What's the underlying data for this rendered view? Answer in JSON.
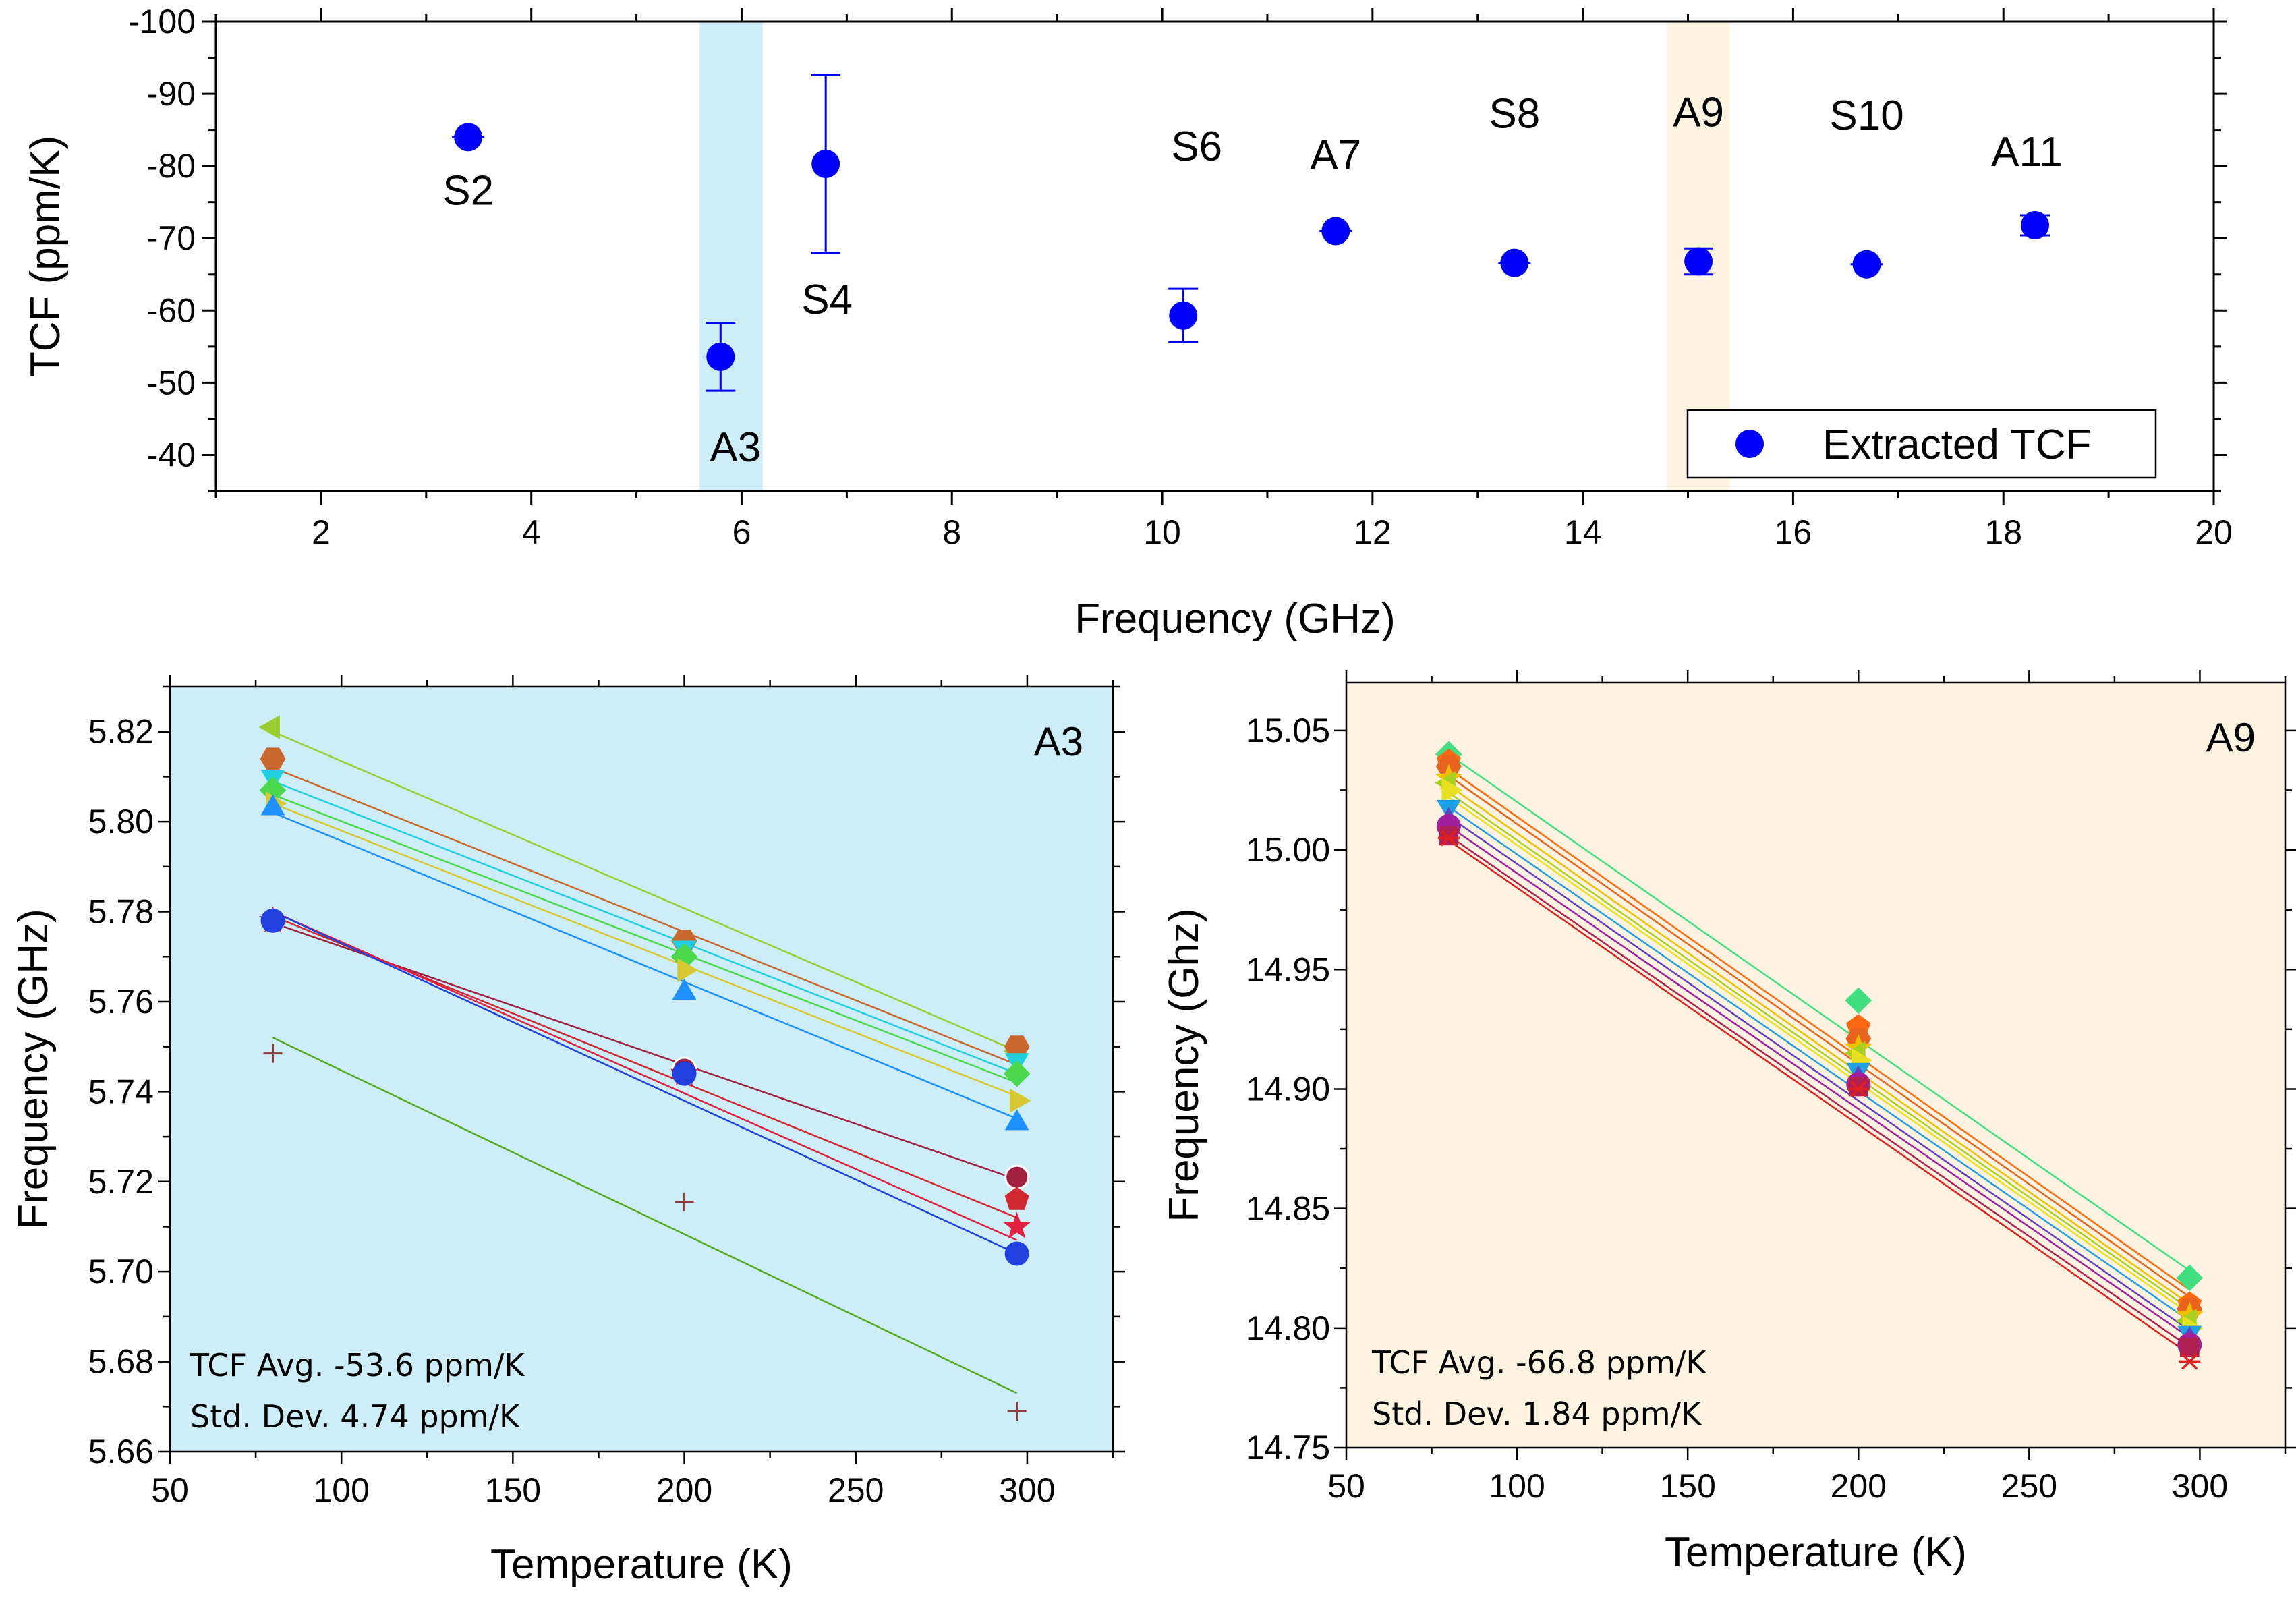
{
  "chart_data": [
    {
      "type": "scatter",
      "xlabel": "Frequency (GHz)",
      "ylabel": "TCF (ppm/K)",
      "xlim": [
        1,
        20
      ],
      "ylim": [
        -35,
        -100
      ],
      "y_inverted": true,
      "xticks": [
        "2",
        "4",
        "6",
        "8",
        "10",
        "12",
        "14",
        "16",
        "18",
        "20"
      ],
      "yticks": [
        "-100",
        "-90",
        "-80",
        "-70",
        "-60",
        "-50",
        "-40"
      ],
      "highlight_bands": [
        {
          "x_from": 5.6,
          "x_to": 6.2,
          "color": "#cdeef8"
        },
        {
          "x_from": 14.8,
          "x_to": 15.4,
          "color": "#fdf3e0"
        }
      ],
      "marker_color": "#0000ff",
      "legend": {
        "label": "Extracted TCF",
        "position": "bottom-right"
      },
      "points": [
        {
          "label": "S2",
          "x": 3.4,
          "y": -84,
          "err": 1
        },
        {
          "label": "A3",
          "x": 5.8,
          "y": -53.6,
          "err": 4.7
        },
        {
          "label": "S4",
          "x": 6.8,
          "y": -80.3,
          "err": 12.3
        },
        {
          "label": "S6",
          "x": 10.2,
          "y": -59.3,
          "err": 3.7
        },
        {
          "label": "A7",
          "x": 11.65,
          "y": -71,
          "err": 1
        },
        {
          "label": "S8",
          "x": 13.35,
          "y": -66.6,
          "err": 0.8
        },
        {
          "label": "A9",
          "x": 15.1,
          "y": -66.8,
          "err": 1.8
        },
        {
          "label": "S10",
          "x": 16.7,
          "y": -66.4,
          "err": 0.8
        },
        {
          "label": "A11",
          "x": 18.3,
          "y": -71.8,
          "err": 1.4
        }
      ]
    },
    {
      "type": "scatter",
      "tag": "A3",
      "background": "#cdeef8",
      "xlabel": "Temperature (K)",
      "ylabel": "Frequency (GHz)",
      "xlim": [
        50,
        325
      ],
      "ylim": [
        5.66,
        5.83
      ],
      "xticks": [
        "50",
        "100",
        "150",
        "200",
        "250",
        "300"
      ],
      "yticks": [
        "5.66",
        "5.68",
        "5.70",
        "5.72",
        "5.74",
        "5.76",
        "5.78",
        "5.80",
        "5.82"
      ],
      "notes": [
        "TCF Avg. -53.6 ppm/K",
        "Std. Dev. 4.74 ppm/K"
      ],
      "x": [
        80,
        200,
        297
      ],
      "series": [
        {
          "marker": "triangle-left",
          "color": "#9acd32",
          "values": [
            5.821,
            5.7735,
            5.749
          ],
          "fit": [
            5.82,
            5.749
          ]
        },
        {
          "marker": "hexagon",
          "color": "#c8682e",
          "values": [
            5.814,
            5.7735,
            5.75
          ],
          "fit": [
            5.812,
            5.746
          ]
        },
        {
          "marker": "triangle-down",
          "color": "#20d0e0",
          "values": [
            5.81,
            5.772,
            5.747
          ],
          "fit": [
            5.809,
            5.744
          ]
        },
        {
          "marker": "diamond",
          "color": "#4cd84c",
          "values": [
            5.807,
            5.77,
            5.744
          ],
          "fit": [
            5.806,
            5.742
          ]
        },
        {
          "marker": "triangle-right",
          "color": "#d8c830",
          "values": [
            5.804,
            5.767,
            5.738
          ],
          "fit": [
            5.804,
            5.739
          ]
        },
        {
          "marker": "triangle-up",
          "color": "#1e90ff",
          "values": [
            5.803,
            5.762,
            5.733
          ],
          "fit": [
            5.802,
            5.734
          ]
        },
        {
          "marker": "sphere",
          "color": "#a02040",
          "values": [
            5.778,
            5.745,
            5.721
          ],
          "fit": [
            5.7775,
            5.7205
          ]
        },
        {
          "marker": "pentagon",
          "color": "#d02830",
          "values": [
            5.778,
            5.744,
            5.716
          ],
          "fit": [
            5.779,
            5.712
          ]
        },
        {
          "marker": "star",
          "color": "#e02040",
          "values": [
            5.778,
            5.744,
            5.71
          ],
          "fit": [
            5.78,
            5.707
          ]
        },
        {
          "marker": "circle",
          "color": "#2040e0",
          "values": [
            5.778,
            5.744,
            5.704
          ],
          "fit": [
            5.78,
            5.704
          ]
        },
        {
          "marker": "plus",
          "color": "#8b4040",
          "fit_color": "#55aa22",
          "values": [
            5.7485,
            5.7155,
            5.669
          ],
          "fit": [
            5.752,
            5.673
          ]
        }
      ]
    },
    {
      "type": "scatter",
      "tag": "A9",
      "background": "#fdf3e0",
      "xlabel": "Temperature (K)",
      "ylabel": "Frequency (Ghz)",
      "xlim": [
        50,
        325
      ],
      "ylim": [
        14.75,
        15.07
      ],
      "xticks": [
        "50",
        "100",
        "150",
        "200",
        "250",
        "300"
      ],
      "yticks": [
        "14.75",
        "14.80",
        "14.85",
        "14.90",
        "14.95",
        "15.00",
        "15.05"
      ],
      "notes": [
        "TCF Avg. -66.8 ppm/K",
        "Std. Dev. 1.84 ppm/K"
      ],
      "x": [
        80,
        200,
        297
      ],
      "series": [
        {
          "marker": "diamond",
          "color": "#40e080",
          "values": [
            15.04,
            14.937,
            14.821
          ],
          "fit": [
            15.04,
            14.824
          ]
        },
        {
          "marker": "pentagon",
          "color": "#ff6a10",
          "values": [
            15.037,
            14.926,
            14.81
          ],
          "fit": [
            15.034,
            14.816
          ]
        },
        {
          "marker": "hexagon",
          "color": "#e8641e",
          "values": [
            15.035,
            14.921,
            14.808
          ],
          "fit": [
            15.031,
            14.813
          ]
        },
        {
          "marker": "star",
          "color": "#f0c000",
          "values": [
            15.03,
            14.917,
            14.805
          ],
          "fit": [
            15.027,
            14.81
          ]
        },
        {
          "marker": "triangle-left",
          "color": "#a8d020",
          "values": [
            15.028,
            14.915,
            14.803
          ],
          "fit": [
            15.024,
            14.808
          ]
        },
        {
          "marker": "triangle-right",
          "color": "#e8e020",
          "values": [
            15.025,
            14.912,
            14.8
          ],
          "fit": [
            15.022,
            14.806
          ]
        },
        {
          "marker": "triangle-down",
          "color": "#20a0e0",
          "values": [
            15.018,
            14.908,
            14.798
          ],
          "fit": [
            15.018,
            14.803
          ]
        },
        {
          "marker": "triangle-up",
          "color": "#6040c0",
          "values": [
            15.012,
            14.904,
            14.795
          ],
          "fit": [
            15.014,
            14.799
          ]
        },
        {
          "marker": "circle",
          "color": "#a020a0",
          "values": [
            15.01,
            14.902,
            14.793
          ],
          "fit": [
            15.01,
            14.796
          ]
        },
        {
          "marker": "square",
          "color": "#b02050",
          "values": [
            15.006,
            14.901,
            14.792
          ],
          "fit": [
            15.006,
            14.792
          ]
        },
        {
          "marker": "asterisk",
          "color": "#e02020",
          "values": [
            15.005,
            14.9,
            14.786
          ],
          "fit": [
            15.004,
            14.789
          ]
        }
      ]
    }
  ]
}
